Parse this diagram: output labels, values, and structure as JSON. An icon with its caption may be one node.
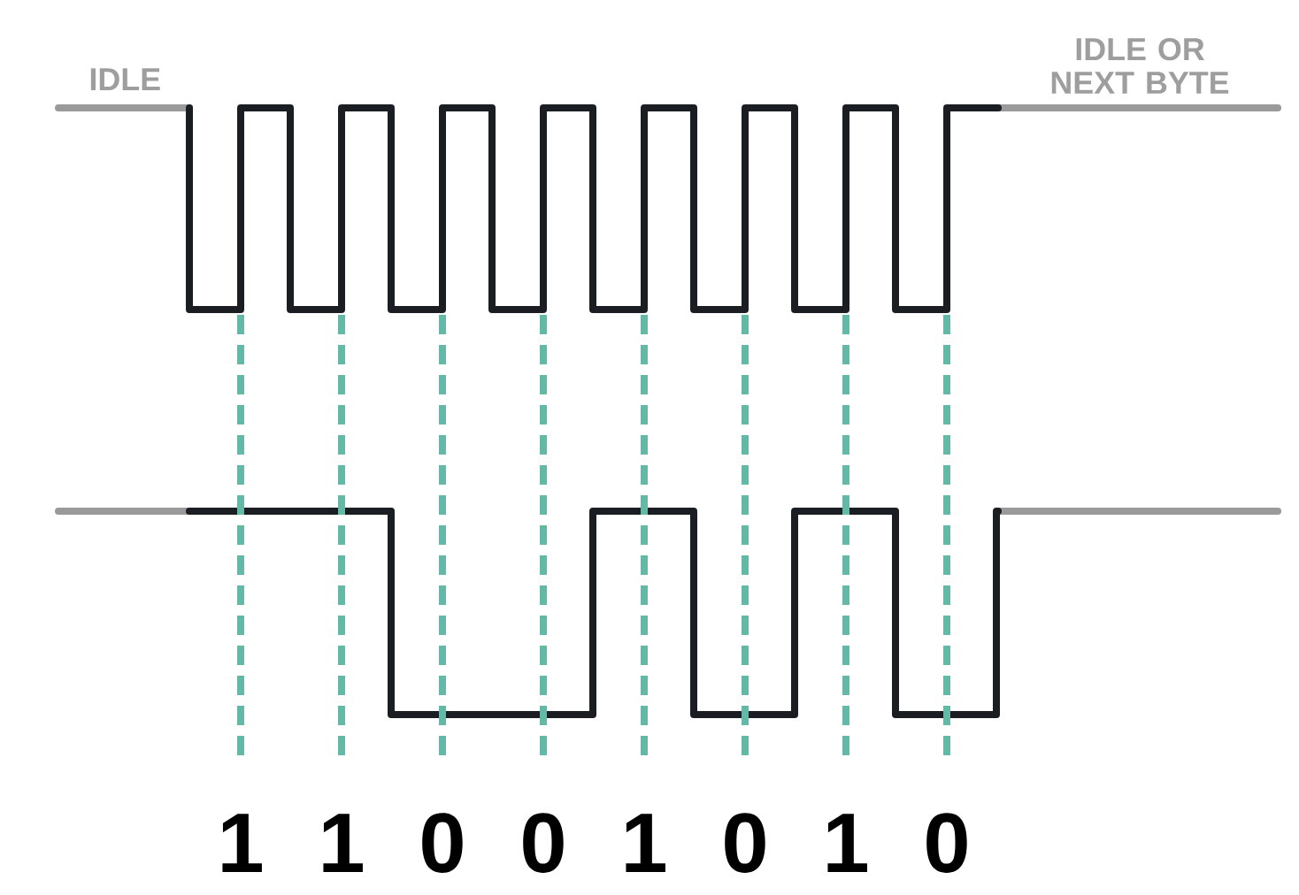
{
  "diagram": {
    "labels": [
      "IDLE",
      "IDLE OR NEXT BYTE",
      "1",
      "1",
      "0",
      "0",
      "1",
      "0",
      "1",
      "0"
    ]
  }
}
